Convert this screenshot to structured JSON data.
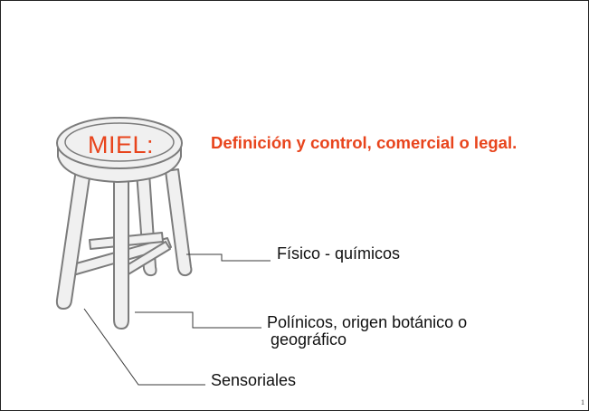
{
  "seat_label": "MIEL:",
  "headline": "Definición y control, comercial o legal.",
  "labels": {
    "fisico_quimicos": "Físico - químicos",
    "polinicos_line1": "Polínicos, origen botánico o",
    "polinicos_line2": "geográfico",
    "sensoriales": "Sensoriales"
  },
  "page_number": "1",
  "colors": {
    "accent": "#e8441c",
    "text": "#111111",
    "stool_outline": "#7c7c7c",
    "stool_fill": "#f0f0f0"
  },
  "icons": [
    "stool-illustration"
  ]
}
